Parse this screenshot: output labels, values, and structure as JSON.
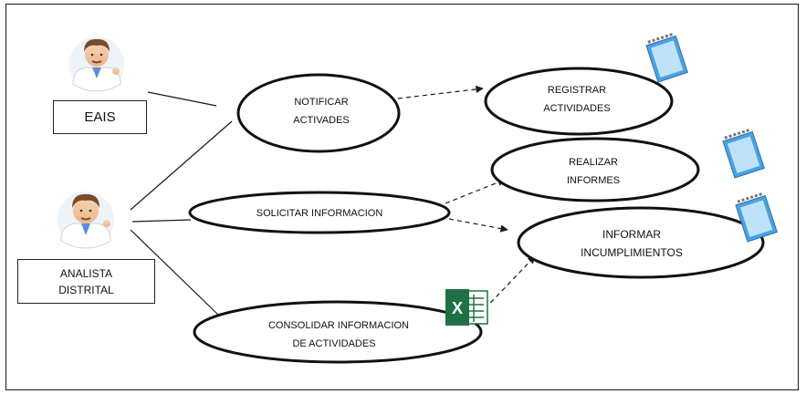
{
  "actors": {
    "eais": {
      "label": "EAIS"
    },
    "analista": {
      "line1": "ANALISTA",
      "line2": "DISTRITAL"
    }
  },
  "use_cases": {
    "notificar": {
      "line1": "NOTIFICAR",
      "line2": "ACTIVADES"
    },
    "solicitar": {
      "line1": "SOLICITAR INFORMACION"
    },
    "consolidar": {
      "line1": "CONSOLIDAR INFORMACION",
      "line2": "DE ACTIVIDADES"
    },
    "registrar": {
      "line1": "REGISTRAR",
      "line2": "ACTIVIDADES"
    },
    "realizar": {
      "line1": "REALIZAR",
      "line2": "INFORMES"
    },
    "informar": {
      "line1": "INFORMAR",
      "line2": "INCUMPLIMIENTOS"
    }
  },
  "icons": {
    "actor": "doctor-avatar-icon",
    "notepad": "notepad-icon",
    "excel": "excel-icon",
    "excel_letter": "X"
  },
  "colors": {
    "line": "#1a1a1a",
    "notepad_blue": "#4aa3e0",
    "excel_green": "#1e7145"
  }
}
